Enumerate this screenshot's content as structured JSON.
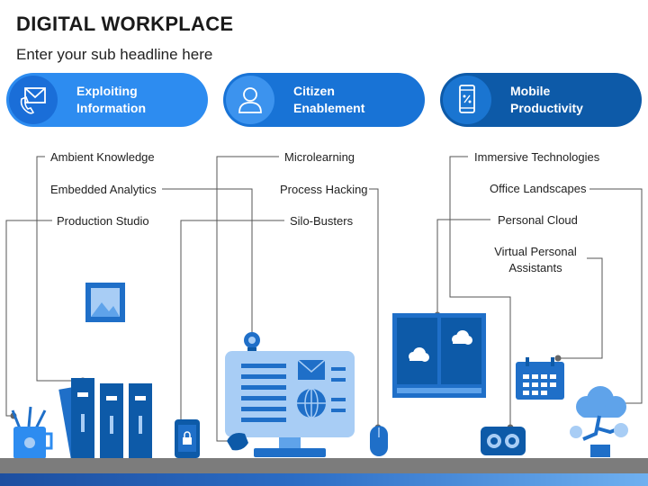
{
  "header": {
    "title": "DIGITAL WORKPLACE",
    "subtitle": "Enter your sub headline here"
  },
  "categories": [
    {
      "line1": "Exploiting",
      "line2": "Information",
      "icon": "email-phone-icon",
      "color": "#2d8cf0"
    },
    {
      "line1": "Citizen",
      "line2": "Enablement",
      "icon": "user-icon",
      "color": "#1873d6"
    },
    {
      "line1": "Mobile",
      "line2": "Productivity",
      "icon": "smartphone-icon",
      "color": "#0d5aa8"
    }
  ],
  "labels": {
    "ambient_knowledge": "Ambient Knowledge",
    "embedded_analytics": "Embedded Analytics",
    "production_studio": "Production Studio",
    "microlearning": "Microlearning",
    "process_hacking": "Process Hacking",
    "silo_busters": "Silo-Busters",
    "immersive_technologies": "Immersive Technologies",
    "office_landscapes": "Office Landscapes",
    "personal_cloud": "Personal Cloud",
    "virtual_personal_assistants_1": "Virtual Personal",
    "virtual_personal_assistants_2": "Assistants"
  },
  "illustrations": [
    "picture-frame-icon",
    "pencil-cup-icon",
    "binders-icon",
    "smartphone-lock-icon",
    "webcam-icon",
    "monitor-icon",
    "envelope-icon",
    "globe-icon",
    "mouse-icon",
    "window-cloud-icon",
    "vr-headset-icon",
    "calendar-icon",
    "cloud-tree-icon"
  ],
  "colors": {
    "primary": "#2d8cf0",
    "secondary": "#1873d6",
    "dark": "#0d5aa8",
    "light_blue": "#a8cdf5",
    "floor": "#7c7c7c"
  }
}
